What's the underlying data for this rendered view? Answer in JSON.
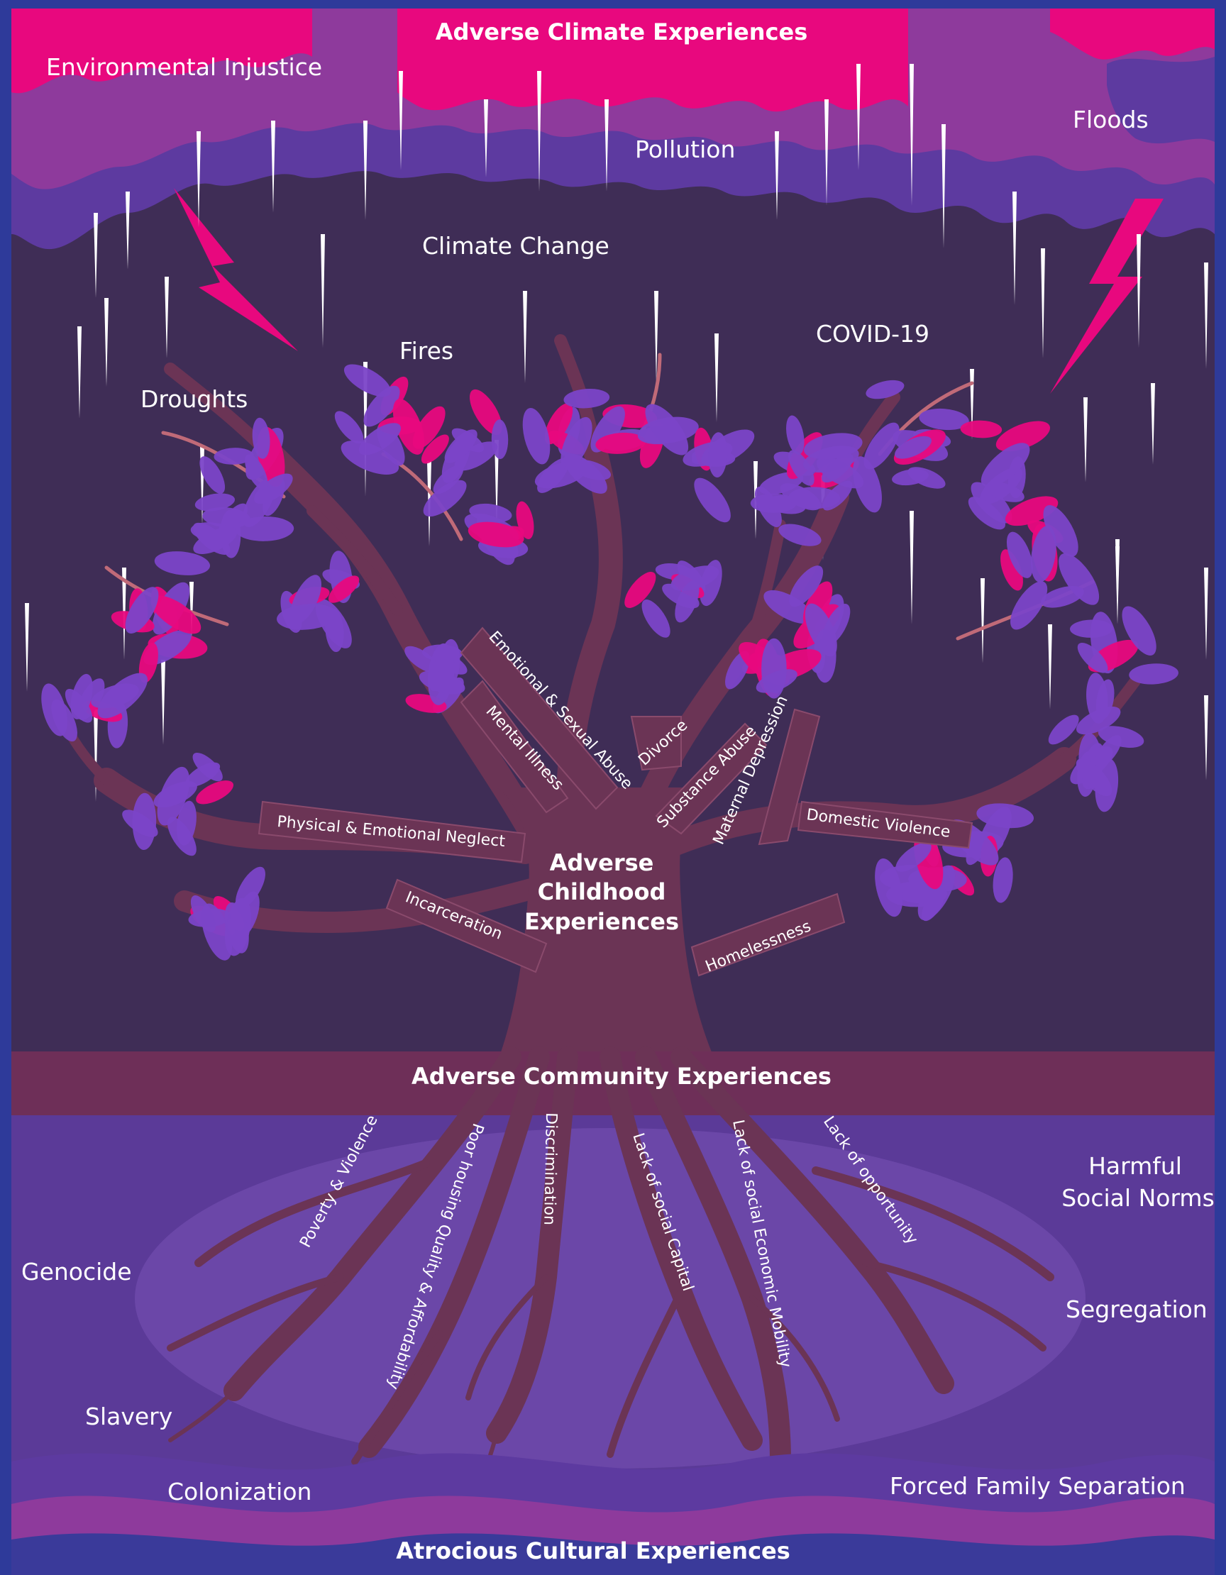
{
  "headers": {
    "climate": "Adverse Climate Experiences",
    "childhood": [
      "Adverse",
      "Childhood",
      "Experiences"
    ],
    "community": "Adverse Community Experiences",
    "cultural": "Atrocious Cultural Experiences"
  },
  "climate_items": {
    "environmental_injustice": "Environmental Injustice",
    "pollution": "Pollution",
    "floods": "Floods",
    "climate_change": "Climate Change",
    "covid": "COVID-19",
    "fires": "Fires",
    "droughts": "Droughts"
  },
  "branches": {
    "emotional_sexual_abuse": "Emotional & Sexual Abuse",
    "mental_illness": "Mental Illness",
    "divorce": "Divorce",
    "substance_abuse": "Substance Abuse",
    "maternal_depression": "Maternal Depression",
    "domestic_violence": "Domestic Violence",
    "physical_emotional_neglect": "Physical & Emotional Neglect",
    "incarceration": "Incarceration",
    "homelessness": "Homelessness"
  },
  "roots": {
    "poverty_violence": "Poverty & Violence",
    "poor_housing": "Poor housing Quality & Affordability",
    "discrimination": "Discrimination",
    "lack_social_capital": "Lack of social Capital",
    "lack_economic_mobility": "Lack of social Economic Mobility",
    "lack_opportunity": "Lack of opportunity"
  },
  "cultural_items": {
    "harmful_norms": [
      "Harmful",
      "Social Norms"
    ],
    "segregation": "Segregation",
    "genocide": "Genocide",
    "slavery": "Slavery",
    "colonization": "Colonization",
    "forced_separation": "Forced Family Separation"
  },
  "colors": {
    "frame": "#2e3a9a",
    "sky": "#3f2d56",
    "cloud_pink": "#e8087e",
    "cloud_magenta": "#8e3a9c",
    "cloud_violet": "#5d3aa0",
    "trunk": "#6b3455",
    "ground_band": "#6e2f58",
    "soil": "#5b3a98",
    "leaf_violet": "#7b45c8",
    "leaf_pink": "#e8087e"
  }
}
